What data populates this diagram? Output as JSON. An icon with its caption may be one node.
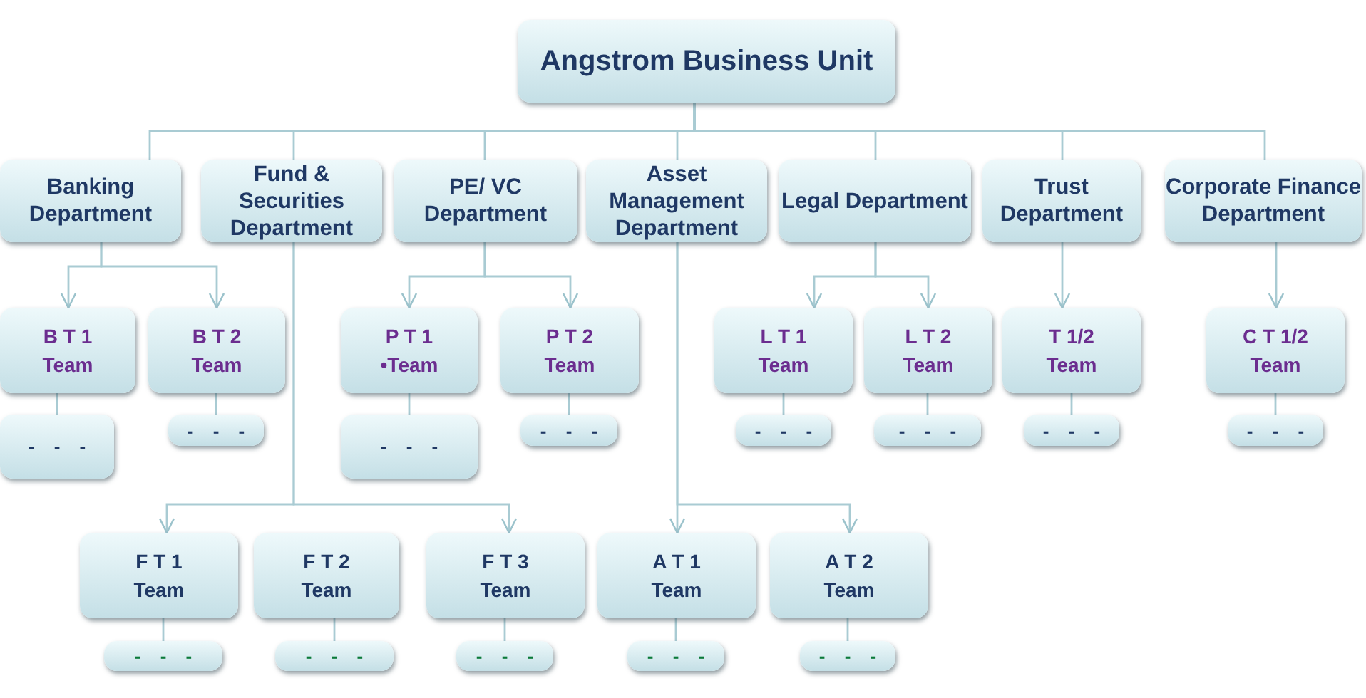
{
  "diagram": {
    "nodes": [
      {
        "text": [
          "Angstrom Business Unit"
        ]
      },
      {
        "text": [
          "Banking Department"
        ]
      },
      {
        "text": [
          "Fund & Securities Department"
        ]
      },
      {
        "text": [
          "PE/ VC Department"
        ]
      },
      {
        "text": [
          "Asset Management Department"
        ]
      },
      {
        "text": [
          "Legal Department"
        ]
      },
      {
        "text": [
          "Trust Department"
        ]
      },
      {
        "text": [
          "Corporate Finance Department"
        ]
      },
      {
        "text": [
          "B T 1",
          "Team"
        ]
      },
      {
        "text": [
          "B T 2",
          "Team"
        ]
      },
      {
        "text": [
          "P T 1",
          "•Team"
        ]
      },
      {
        "text": [
          "P T 2",
          "Team"
        ]
      },
      {
        "text": [
          "L T 1",
          "Team"
        ]
      },
      {
        "text": [
          "L T 2",
          "Team"
        ]
      },
      {
        "text": [
          "T 1/2",
          "Team"
        ]
      },
      {
        "text": [
          "C T 1/2",
          "Team"
        ]
      },
      {
        "text": [
          "- - -"
        ]
      },
      {
        "text": [
          "- - -"
        ]
      },
      {
        "text": [
          "- - -"
        ]
      },
      {
        "text": [
          "- - -"
        ]
      },
      {
        "text": [
          "- - -"
        ]
      },
      {
        "text": [
          "- - -"
        ]
      },
      {
        "text": [
          "- - -"
        ]
      },
      {
        "text": [
          "- - -"
        ]
      },
      {
        "text": [
          "F T 1",
          "Team"
        ]
      },
      {
        "text": [
          "F T 2",
          "Team"
        ]
      },
      {
        "text": [
          "F T 3",
          "Team"
        ]
      },
      {
        "text": [
          "A T 1",
          "Team"
        ]
      },
      {
        "text": [
          "A T 2",
          "Team"
        ]
      },
      {
        "text": [
          "- - -"
        ]
      },
      {
        "text": [
          "- - -"
        ]
      },
      {
        "text": [
          "- - -"
        ]
      },
      {
        "text": [
          "- - -"
        ]
      },
      {
        "text": [
          "- - -"
        ]
      }
    ],
    "edges": [
      {
        "from": 0,
        "to": 1,
        "arrow": "none"
      },
      {
        "from": 0,
        "to": 2,
        "arrow": "none"
      },
      {
        "from": 0,
        "to": 3,
        "arrow": "none"
      },
      {
        "from": 0,
        "to": 4,
        "arrow": "none"
      },
      {
        "from": 0,
        "to": 5,
        "arrow": "none"
      },
      {
        "from": 0,
        "to": 6,
        "arrow": "none"
      },
      {
        "from": 0,
        "to": 7,
        "arrow": "none"
      },
      {
        "from": 1,
        "to": 8,
        "arrow": "to"
      },
      {
        "from": 1,
        "to": 9,
        "arrow": "to"
      },
      {
        "from": 3,
        "to": 10,
        "arrow": "to"
      },
      {
        "from": 3,
        "to": 11,
        "arrow": "to"
      },
      {
        "from": 5,
        "to": 12,
        "arrow": "to"
      },
      {
        "from": 5,
        "to": 13,
        "arrow": "to"
      },
      {
        "from": 6,
        "to": 14,
        "arrow": "to"
      },
      {
        "from": 7,
        "to": 15,
        "arrow": "to"
      },
      {
        "from": 8,
        "to": 16,
        "arrow": "none"
      },
      {
        "from": 9,
        "to": 17,
        "arrow": "none"
      },
      {
        "from": 10,
        "to": 18,
        "arrow": "none"
      },
      {
        "from": 11,
        "to": 19,
        "arrow": "none"
      },
      {
        "from": 12,
        "to": 20,
        "arrow": "none"
      },
      {
        "from": 13,
        "to": 21,
        "arrow": "none"
      },
      {
        "from": 14,
        "to": 22,
        "arrow": "none"
      },
      {
        "from": 15,
        "to": 23,
        "arrow": "none"
      },
      {
        "from": 2,
        "to": 24,
        "arrow": "to"
      },
      {
        "from": 2,
        "to": 26,
        "arrow": "to"
      },
      {
        "from": 4,
        "to": 27,
        "arrow": "to"
      },
      {
        "from": 4,
        "to": 28,
        "arrow": "to"
      },
      {
        "from": 24,
        "to": 29,
        "arrow": "none"
      },
      {
        "from": 25,
        "to": 30,
        "arrow": "none"
      },
      {
        "from": 26,
        "to": 31,
        "arrow": "none"
      },
      {
        "from": 27,
        "to": 32,
        "arrow": "none"
      },
      {
        "from": 28,
        "to": 33,
        "arrow": "none"
      }
    ]
  }
}
